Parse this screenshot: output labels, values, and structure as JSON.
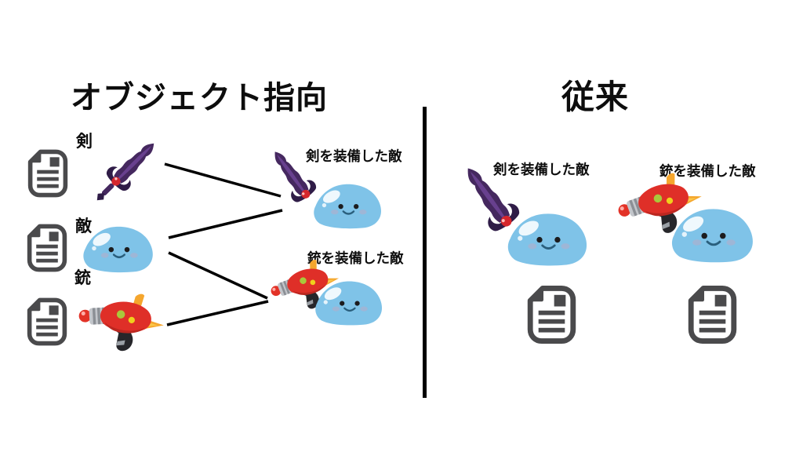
{
  "left_panel": {
    "title": "オブジェクト指向",
    "objects": [
      {
        "label": "剣",
        "icon": "document-icon"
      },
      {
        "label": "敵",
        "icon": "document-icon"
      },
      {
        "label": "銃",
        "icon": "document-icon"
      }
    ],
    "results": [
      {
        "label": "剣を装備した敵"
      },
      {
        "label": "銃を装備した敵"
      }
    ]
  },
  "right_panel": {
    "title": "従来",
    "results": [
      {
        "label": "剣を装備した敵",
        "icon": "document-icon"
      },
      {
        "label": "銃を装備した敵",
        "icon": "document-icon"
      }
    ]
  },
  "colors": {
    "slime_body": "#7fc3e8",
    "slime_shade": "#5fa9d6",
    "sword_blade": "#45285f",
    "sword_guard": "#2f1c47",
    "gem_red": "#d5262c",
    "gun_red": "#df2f28",
    "gun_shade": "#bc2720",
    "fin_orange": "#f5a62d",
    "dot_green": "#a9c83b",
    "dot_yellow": "#f0d01c",
    "document_gray": "#4a4a4c",
    "line_black": "#000000",
    "divider_black": "#000000"
  }
}
